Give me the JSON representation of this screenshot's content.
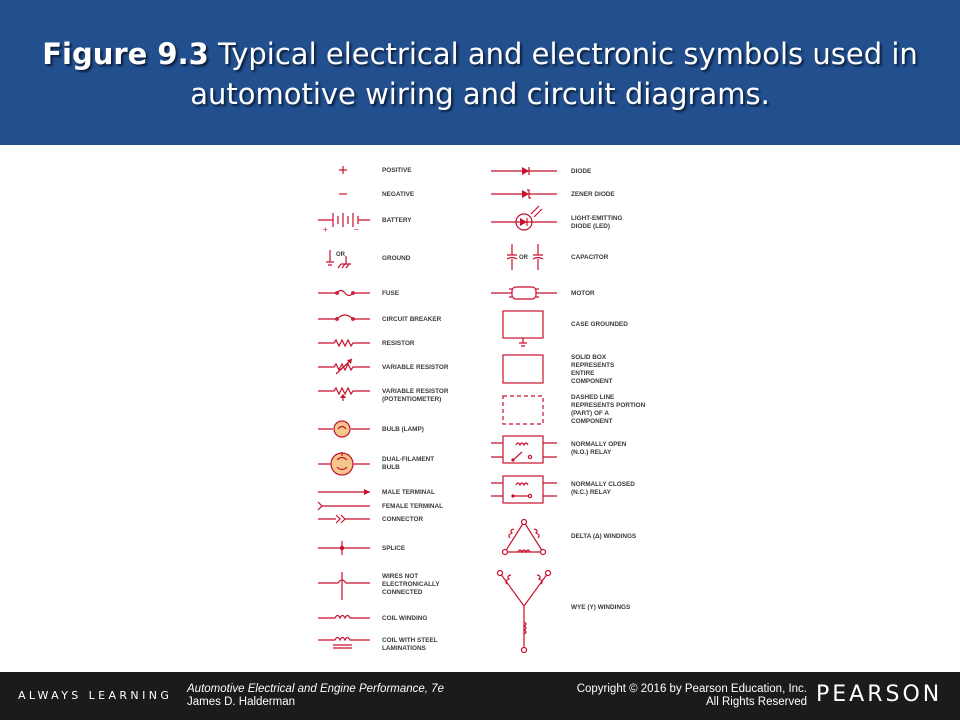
{
  "slide": {
    "title_bold": "Figure 9.3",
    "title_rest": " Typical electrical and electronic symbols used in automotive wiring and circuit diagrams."
  },
  "figure": {
    "or_label": "OR",
    "plus_label": "+",
    "minus_label": "−",
    "left_labels": [
      [
        "POSITIVE"
      ],
      [
        "NEGATIVE"
      ],
      [
        "BATTERY"
      ],
      [
        "GROUND"
      ],
      [
        "FUSE"
      ],
      [
        "CIRCUIT BREAKER"
      ],
      [
        "RESISTOR"
      ],
      [
        "VARIABLE RESISTOR"
      ],
      [
        "VARIABLE RESISTOR",
        "(POTENTIOMETER)"
      ],
      [
        "BULB (LAMP)"
      ],
      [
        "DUAL-FILAMENT",
        "BULB"
      ],
      [
        "MALE TERMINAL"
      ],
      [
        "FEMALE TERMINAL"
      ],
      [
        "CONNECTOR"
      ],
      [
        "SPLICE"
      ],
      [
        "WIRES NOT",
        "ELECTRONICALLY",
        "CONNECTED"
      ],
      [
        "COIL WINDING"
      ],
      [
        "COIL WITH STEEL",
        "LAMINATIONS"
      ]
    ],
    "right_labels": [
      [
        "DIODE"
      ],
      [
        "ZENER DIODE"
      ],
      [
        "LIGHT-EMITTING",
        "DIODE (LED)"
      ],
      [
        "CAPACITOR"
      ],
      [
        "MOTOR"
      ],
      [
        "CASE GROUNDED"
      ],
      [
        "SOLID BOX",
        "REPRESENTS",
        "ENTIRE",
        "COMPONENT"
      ],
      [
        "DASHED LINE",
        "REPRESENTS PORTION",
        "(PART) OF A",
        "COMPONENT"
      ],
      [
        "NORMALLY OPEN",
        "(N.O.) RELAY"
      ],
      [
        "NORMALLY CLOSED",
        "(N.C.) RELAY"
      ],
      [
        "DELTA (Δ) WINDINGS"
      ],
      [
        "WYE (Y) WINDINGS"
      ]
    ],
    "symbol_color": "#c8102e"
  },
  "footer": {
    "brand_left": "ALWAYS LEARNING",
    "book_title": "Automotive Electrical and Engine Performance, 7e",
    "author": "James D. Halderman",
    "copyright": "Copyright © 2016 by Pearson Education, Inc.",
    "rights": "All Rights Reserved",
    "publisher": "PEARSON"
  },
  "colors": {
    "header_bg": "#22508f",
    "footer_bg": "#1b1b1b",
    "title_text": "#ffffff"
  }
}
